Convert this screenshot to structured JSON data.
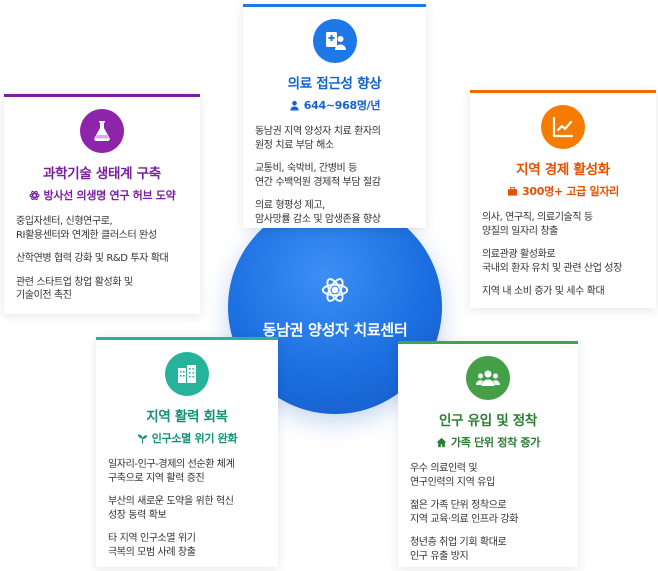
{
  "center": {
    "title": "동남권 양성자 치료센터",
    "icon": "atom-icon"
  },
  "cards": {
    "medical": {
      "icon": "medical-doctor-icon",
      "title": "의료 접근성 향상",
      "sub_icon": "person-icon",
      "sub": "644~968명/년",
      "items": [
        "동남권 지역 양성자 치료 환자의\n원정 치료 부담 해소",
        "교통비, 숙박비, 간병비 등\n연간 수백억원 경제적 부담 절감",
        "의료 형평성 제고,\n암사망률 감소 및 암생존율 향상"
      ],
      "color": "#1f78e8"
    },
    "science": {
      "icon": "flask-icon",
      "title": "과학기술 생태계 구축",
      "sub_icon": "atom-icon",
      "sub": "방사선 의생명 연구 허브 도약",
      "items": [
        "중입자센터, 신형연구로,\nRI활용센터와 연계한 클러스터 완성",
        "산학연병 협력 강화 및 R&D 투자 확대",
        "관련 스타트업 창업 활성화 및\n기술이전 촉진"
      ],
      "color": "#7b1fa2"
    },
    "economy": {
      "icon": "line-chart-icon",
      "title": "지역 경제 활성화",
      "sub_icon": "briefcase-icon",
      "sub": "300명+ 고급 일자리",
      "items": [
        "의사, 연구직, 의료기술직 등\n양질의 일자리 창출",
        "의료관광 활성화로\n국내외 환자 유치 및 관련 산업 성장",
        "지역 내 소비 증가 및 세수 확대"
      ],
      "color": "#ef6c00"
    },
    "region": {
      "icon": "city-buildings-icon",
      "title": "지역 활력 회복",
      "sub_icon": "seedling-icon",
      "sub": "인구소멸 위기 완화",
      "items": [
        "일자리-인구-경제의 선순환 체계\n구축으로 지역 활력 증진",
        "부산의 새로운 도약을 위한 혁신\n성장 동력 확보",
        "타 지역 인구소멸 위기\n극복의 모범 사례 창출"
      ],
      "color": "#26b39a"
    },
    "population": {
      "icon": "people-group-icon",
      "title": "인구 유입 및 정착",
      "sub_icon": "home-icon",
      "sub": "가족 단위 정착 증가",
      "items": [
        "우수 의료인력 및\n연구인력의 지역 유입",
        "젊은 가족 단위 정착으로\n지역 교육·의료 인프라 강화",
        "청년층 취업 기회 확대로\n인구 유출 방지"
      ],
      "color": "#43a047"
    }
  }
}
